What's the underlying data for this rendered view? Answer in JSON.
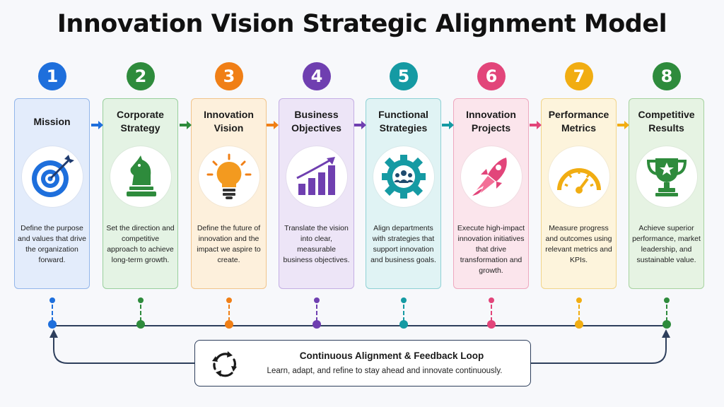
{
  "title": "Innovation Vision Strategic Alignment Model",
  "steps": [
    {
      "number": "1",
      "title": "Mission",
      "icon": "target-icon",
      "description": "Define the purpose and values that drive the organization forward.",
      "color": "#1e6fdc",
      "bg": "#e3ecfb",
      "border": "#93b6ea"
    },
    {
      "number": "2",
      "title": "Corporate Strategy",
      "icon": "chess-knight-icon",
      "description": "Set the direction and competitive approach to achieve long-term growth.",
      "color": "#2e8b3c",
      "bg": "#e4f3e4",
      "border": "#99cf9d"
    },
    {
      "number": "3",
      "title": "Innovation Vision",
      "icon": "lightbulb-icon",
      "description": "Define the future of innovation and the impact we aspire to create.",
      "color": "#f07f16",
      "bg": "#fdf0dc",
      "border": "#f1c48b"
    },
    {
      "number": "4",
      "title": "Business Objectives",
      "icon": "growth-chart-icon",
      "description": "Translate the vision into clear, measurable business objectives.",
      "color": "#6f3fb0",
      "bg": "#ede5f7",
      "border": "#c4aee4"
    },
    {
      "number": "5",
      "title": "Functional Strategies",
      "icon": "gear-team-icon",
      "description": "Align departments with strategies that support innovation and business goals.",
      "color": "#159aa3",
      "bg": "#e0f3f4",
      "border": "#8fd1d5"
    },
    {
      "number": "6",
      "title": "Innovation Projects",
      "icon": "rocket-icon",
      "description": "Execute high-impact innovation initiatives that drive transformation and growth.",
      "color": "#e2457a",
      "bg": "#fbe5ec",
      "border": "#eea8bf"
    },
    {
      "number": "7",
      "title": "Performance Metrics",
      "icon": "gauge-icon",
      "description": "Measure progress and outcomes using relevant metrics and KPIs.",
      "color": "#f1ad12",
      "bg": "#fdf4dc",
      "border": "#f1d48a"
    },
    {
      "number": "8",
      "title": "Competitive Results",
      "icon": "trophy-icon",
      "description": "Achieve superior performance, market leadership, and sustainable value.",
      "color": "#2e8b3c",
      "bg": "#e6f3e3",
      "border": "#a6d29f"
    }
  ],
  "feedback": {
    "title": "Continuous Alignment & Feedback Loop",
    "subtitle": "Learn, adapt, and refine to stay ahead and innovate continuously.",
    "icon": "cycle-arrows-icon"
  },
  "colors": {
    "loop_line": "#2e3f5c"
  }
}
